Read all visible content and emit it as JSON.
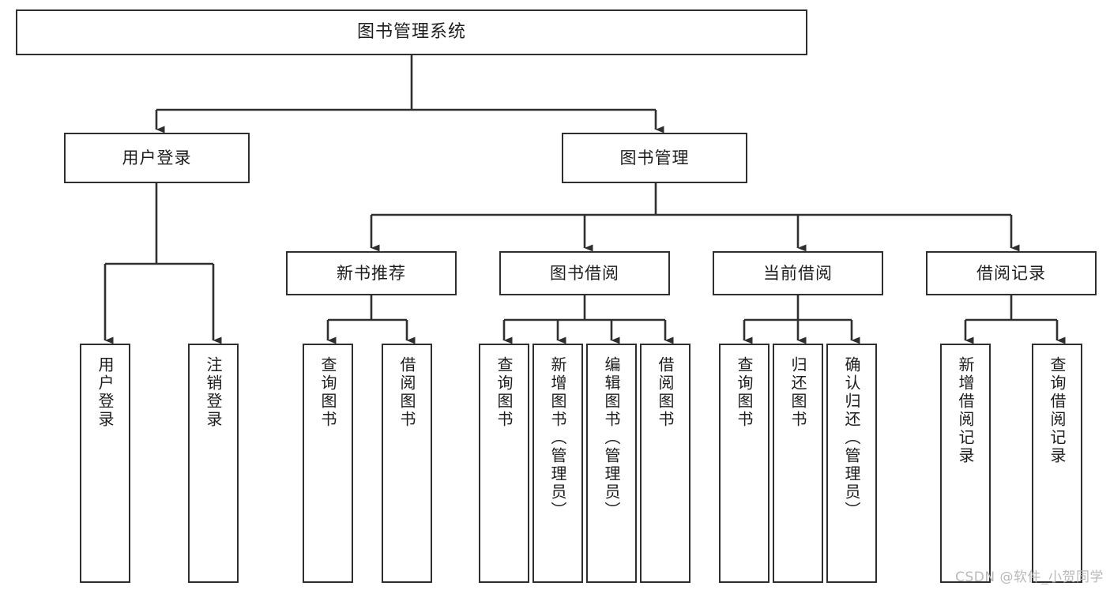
{
  "diagram": {
    "type": "tree",
    "title": "图书管理系统",
    "watermark": "CSDN @软件_小贺同学",
    "root": {
      "label": "图书管理系统"
    },
    "level2": [
      {
        "id": "user-login",
        "label": "用户登录"
      },
      {
        "id": "book-manage",
        "label": "图书管理"
      }
    ],
    "level3": [
      {
        "id": "new-book-rec",
        "label": "新书推荐"
      },
      {
        "id": "book-borrow",
        "label": "图书借阅"
      },
      {
        "id": "current-borrow",
        "label": "当前借阅"
      },
      {
        "id": "borrow-record",
        "label": "借阅记录"
      }
    ],
    "leaves": [
      {
        "id": "leaf-user-login",
        "parent": "user-login",
        "label": "用户登录"
      },
      {
        "id": "leaf-logout",
        "parent": "user-login",
        "label": "注销登录"
      },
      {
        "id": "leaf-query-book-1",
        "parent": "new-book-rec",
        "label": "查询图书"
      },
      {
        "id": "leaf-borrow-book-1",
        "parent": "new-book-rec",
        "label": "借阅图书"
      },
      {
        "id": "leaf-query-book-2",
        "parent": "book-borrow",
        "label": "查询图书"
      },
      {
        "id": "leaf-add-book",
        "parent": "book-borrow",
        "label": "新增图书（管理员）"
      },
      {
        "id": "leaf-edit-book",
        "parent": "book-borrow",
        "label": "编辑图书（管理员）"
      },
      {
        "id": "leaf-borrow-book-2",
        "parent": "book-borrow",
        "label": "借阅图书"
      },
      {
        "id": "leaf-query-book-3",
        "parent": "current-borrow",
        "label": "查询图书"
      },
      {
        "id": "leaf-return-book",
        "parent": "current-borrow",
        "label": "归还图书"
      },
      {
        "id": "leaf-confirm-return",
        "parent": "current-borrow",
        "label": "确认归还（管理员）"
      },
      {
        "id": "leaf-add-record",
        "parent": "borrow-record",
        "label": "新增借阅记录"
      },
      {
        "id": "leaf-query-record",
        "parent": "borrow-record",
        "label": "查询借阅记录"
      }
    ],
    "colors": {
      "stroke": "#2f2f2f",
      "fill": "#ffffff",
      "text": "#1d1d1d",
      "watermark": "#b9b9b9"
    }
  }
}
